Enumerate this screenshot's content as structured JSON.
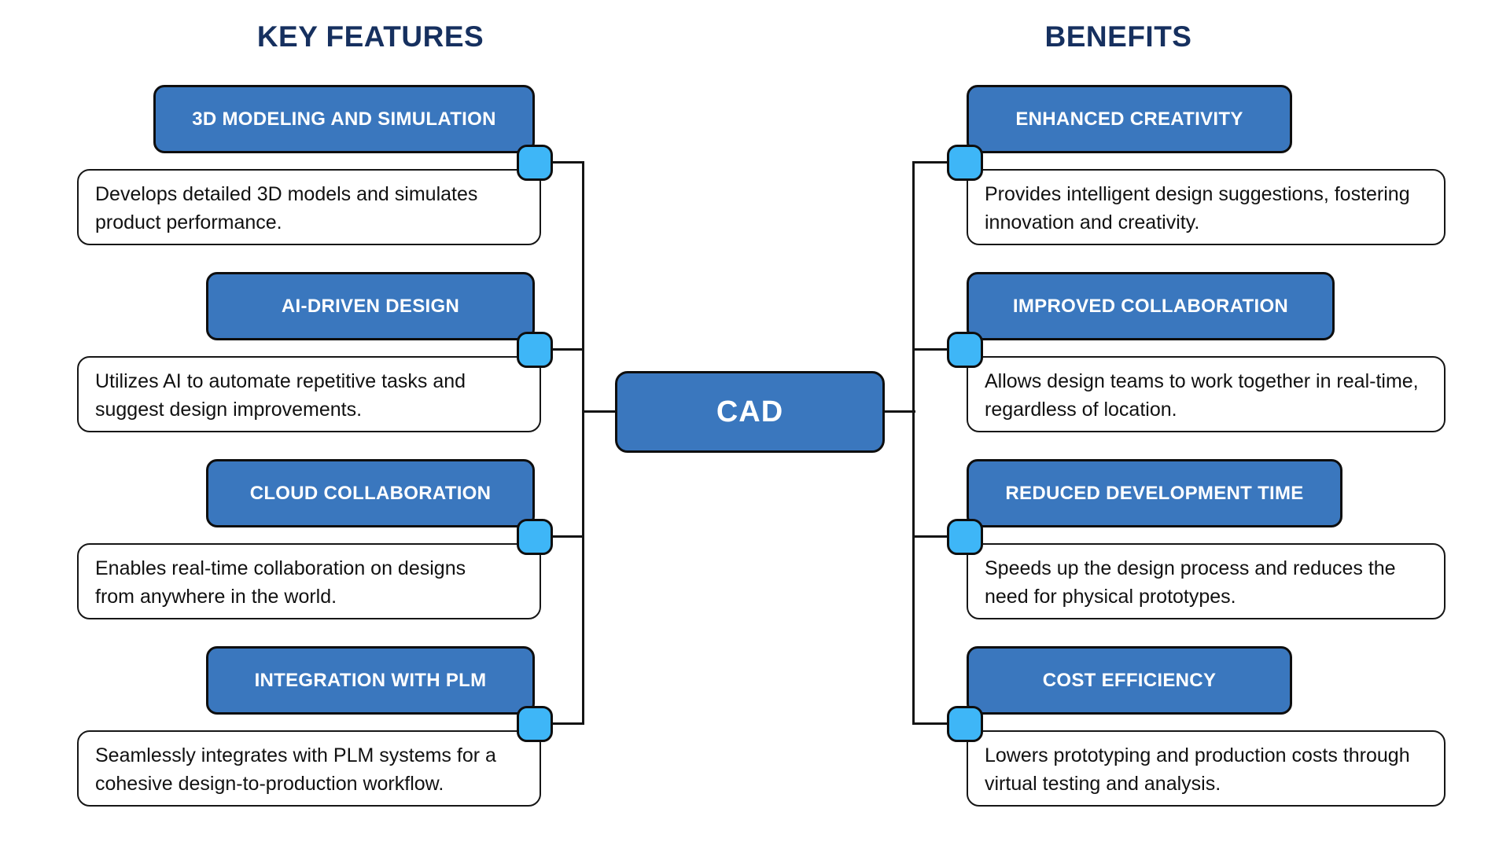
{
  "headings": {
    "left": "KEY FEATURES",
    "right": "BENEFITS"
  },
  "center": {
    "label": "CAD"
  },
  "features": {
    "items": [
      {
        "title": "3D MODELING AND SIMULATION",
        "lines": [
          "Develops detailed 3D models and simulates",
          "product performance."
        ]
      },
      {
        "title": "AI-DRIVEN DESIGN",
        "lines": [
          "Utilizes AI to automate repetitive tasks and",
          "suggest design improvements."
        ]
      },
      {
        "title": "CLOUD COLLABORATION",
        "lines": [
          "Enables real-time collaboration on designs",
          "from anywhere in the world."
        ]
      },
      {
        "title": "INTEGRATION WITH PLM",
        "lines": [
          "Seamlessly integrates with PLM systems for a",
          "cohesive design-to-production workflow."
        ]
      }
    ]
  },
  "benefits": {
    "items": [
      {
        "title": "ENHANCED CREATIVITY",
        "lines": [
          "Provides intelligent design suggestions, fostering",
          "innovation and creativity."
        ]
      },
      {
        "title": "IMPROVED COLLABORATION",
        "lines": [
          "Allows design teams to work together in real-time,",
          "regardless of location."
        ]
      },
      {
        "title": "REDUCED DEVELOPMENT TIME",
        "lines": [
          "Speeds up the design process and reduces the",
          "need for physical prototypes."
        ]
      },
      {
        "title": "COST EFFICIENCY",
        "lines": [
          "Lowers prototyping and production costs through",
          "virtual testing and analysis."
        ]
      }
    ]
  },
  "colors": {
    "background": "#FFFFFF",
    "node_fill": "#3A77BE",
    "node_text": "#FFFFFF",
    "connector_square_fill": "#3EB6F7",
    "border": "#0E0E0E",
    "line": "#141414",
    "heading_text": "#16305F",
    "description_text": "#111111"
  }
}
